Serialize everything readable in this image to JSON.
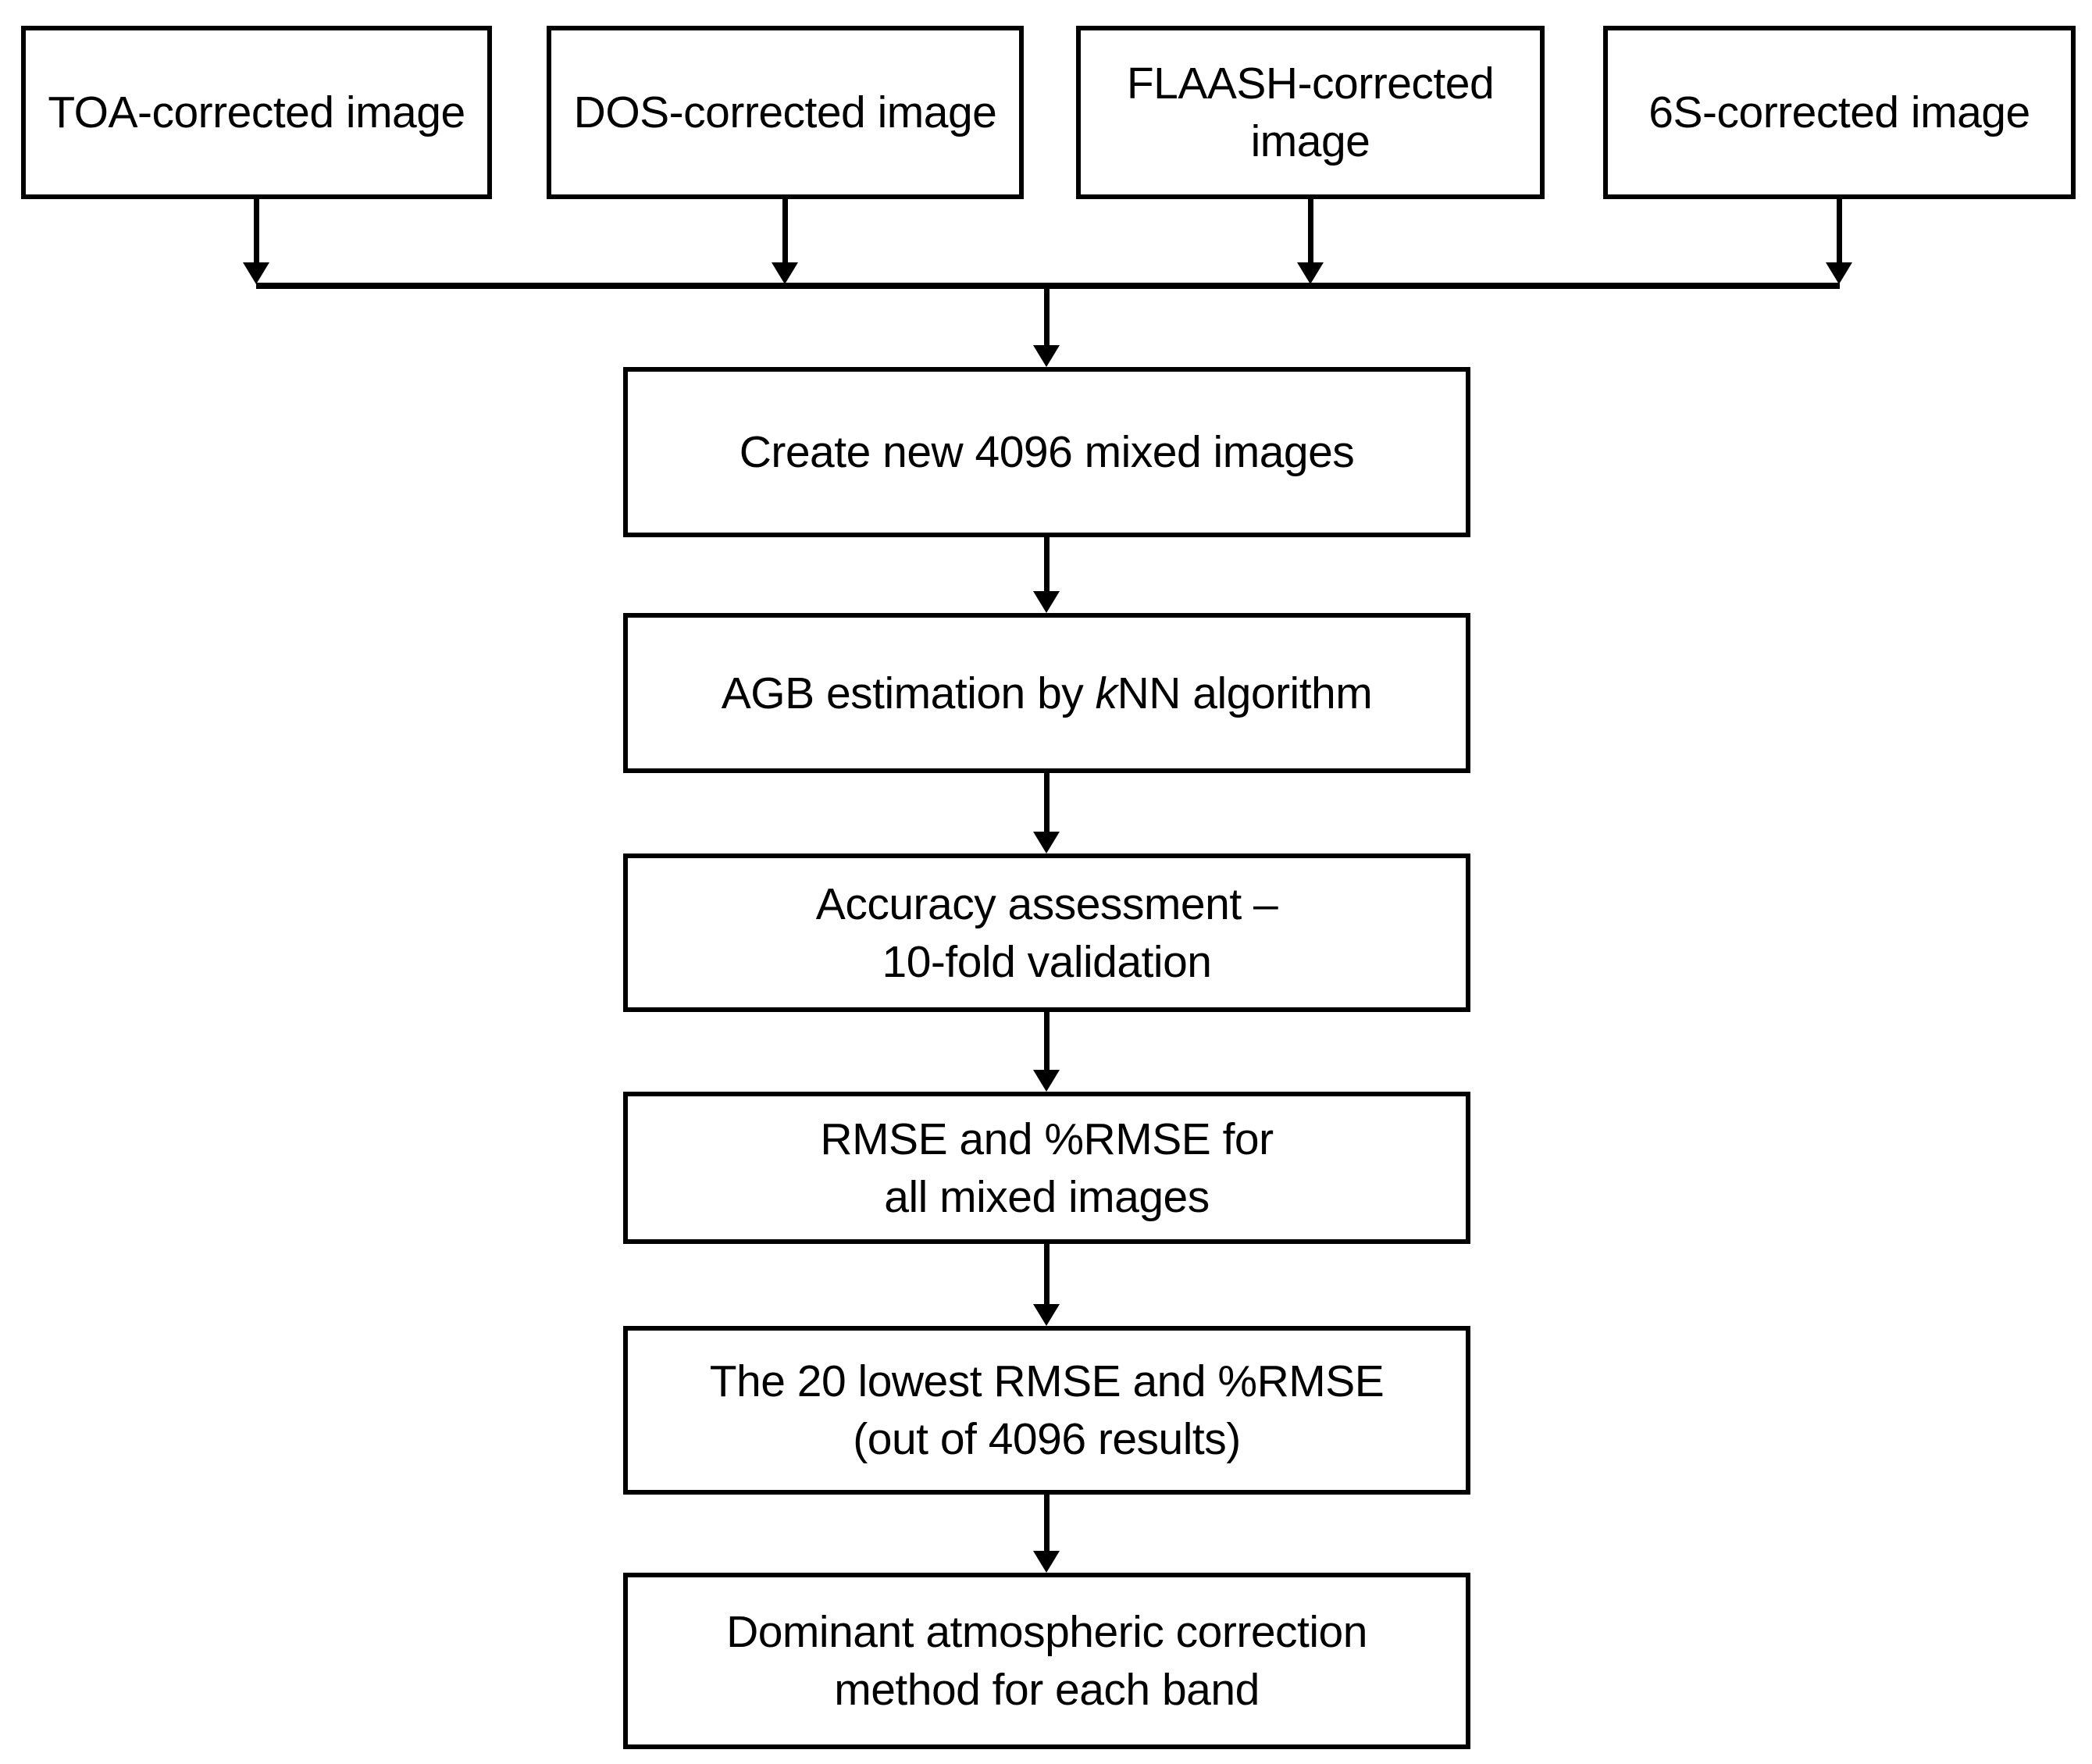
{
  "diagram_type": "flowchart",
  "colors": {
    "stroke": "#000000",
    "background": "#ffffff",
    "text": "#000000"
  },
  "source_row": [
    {
      "id": "toa",
      "lines": [
        "TOA-corrected image"
      ]
    },
    {
      "id": "dos",
      "lines": [
        "DOS-corrected image"
      ]
    },
    {
      "id": "flaash",
      "lines": [
        "FLAASH-corrected",
        "image"
      ]
    },
    {
      "id": "6s",
      "lines": [
        "6S-corrected image"
      ]
    }
  ],
  "pipeline": [
    {
      "id": "create-mixed",
      "lines": [
        "Create new 4096 mixed images"
      ]
    },
    {
      "id": "agb-knn",
      "rich": {
        "prefix": "AGB estimation by ",
        "italic": "k",
        "suffix": "NN algorithm"
      }
    },
    {
      "id": "accuracy",
      "lines": [
        "Accuracy assessment –",
        "10-fold validation"
      ]
    },
    {
      "id": "rmse",
      "lines": [
        "RMSE and %RMSE for",
        "all mixed images"
      ]
    },
    {
      "id": "lowest-20",
      "lines": [
        "The 20 lowest RMSE and %RMSE",
        "(out of 4096 results)"
      ]
    },
    {
      "id": "dominant",
      "lines": [
        "Dominant atmospheric correction",
        "method for each band"
      ]
    }
  ],
  "edges": [
    {
      "from": "toa",
      "to": "merge-line"
    },
    {
      "from": "dos",
      "to": "merge-line"
    },
    {
      "from": "flaash",
      "to": "merge-line"
    },
    {
      "from": "6s",
      "to": "merge-line"
    },
    {
      "from": "merge-line",
      "to": "create-mixed"
    },
    {
      "from": "create-mixed",
      "to": "agb-knn"
    },
    {
      "from": "agb-knn",
      "to": "accuracy"
    },
    {
      "from": "accuracy",
      "to": "rmse"
    },
    {
      "from": "rmse",
      "to": "lowest-20"
    },
    {
      "from": "lowest-20",
      "to": "dominant"
    }
  ]
}
